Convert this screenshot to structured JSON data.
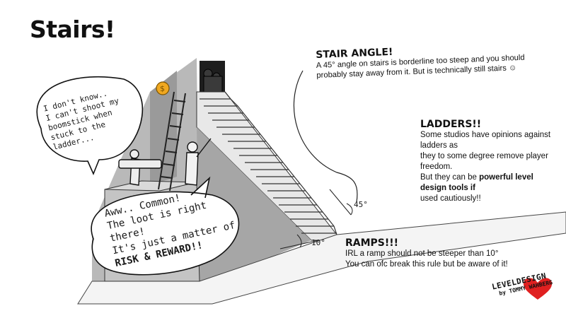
{
  "title": "Stairs!",
  "sections": {
    "stair_angle": {
      "heading": "STAIR ANGLE!",
      "line1": "A 45° angle on stairs is borderline too steep and you should",
      "line2": "probably stay away from it. But is technically still stairs ☺"
    },
    "ladders": {
      "heading": "LADDERS!!",
      "line1": "Some studios have opinions against ladders as",
      "line2": "they to some degree remove player freedom.",
      "line3_pre": "But they can be ",
      "line3_bold": "powerful level design tools if",
      "line4": "used cautiously!!"
    },
    "ramps": {
      "heading": "RAMPS!!!",
      "line1": "IRL a ramp should not be steeper than 10°",
      "line2": "You can ofc break this rule but be aware of it!"
    }
  },
  "bubbles": {
    "ladder_speech": [
      "I don't know..",
      "I can't shoot my",
      "boomstick when",
      "stuck to the",
      "ladder..."
    ],
    "loot_speech": [
      "Aww.. Common!",
      "The loot is right there!",
      "It's just a matter of",
      "RISK & REWARD!!"
    ]
  },
  "angle_labels": {
    "stairs": "45°",
    "ramp": "10°"
  },
  "signature": {
    "line1": "LEVELDESIGN",
    "line2": "by TOMMY WAHBERG"
  },
  "colors": {
    "coin": "#f0a820",
    "heart": "#e02020",
    "wall": "#cfcfcf",
    "shadow": "#8a8a8a"
  }
}
